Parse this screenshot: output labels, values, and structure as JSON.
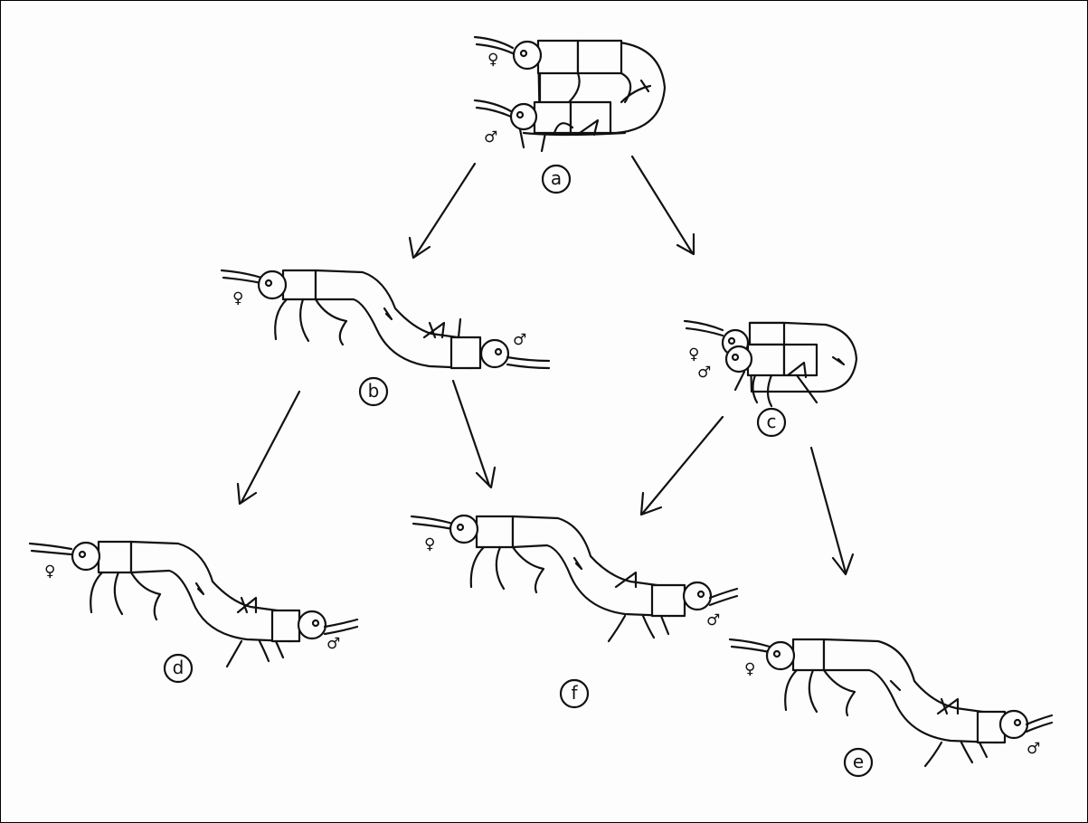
{
  "colors": {
    "ink": "#111111",
    "paper": "#fdfdfd"
  },
  "symbols": {
    "female": "♀",
    "male": "♂"
  },
  "panels": [
    {
      "id": "a",
      "label": "a",
      "pose": "looped-pair"
    },
    {
      "id": "b",
      "label": "b",
      "pose": "tail-to-tail"
    },
    {
      "id": "c",
      "label": "c",
      "pose": "looped-pair"
    },
    {
      "id": "d",
      "label": "d",
      "pose": "tail-to-tail"
    },
    {
      "id": "f",
      "label": "f",
      "pose": "tail-to-tail"
    },
    {
      "id": "e",
      "label": "e",
      "pose": "tail-to-tail"
    }
  ],
  "transitions": [
    {
      "from": "a",
      "to": "b"
    },
    {
      "from": "a",
      "to": "c"
    },
    {
      "from": "b",
      "to": "d"
    },
    {
      "from": "b",
      "to": "f"
    },
    {
      "from": "c",
      "to": "f"
    },
    {
      "from": "c",
      "to": "e"
    }
  ]
}
